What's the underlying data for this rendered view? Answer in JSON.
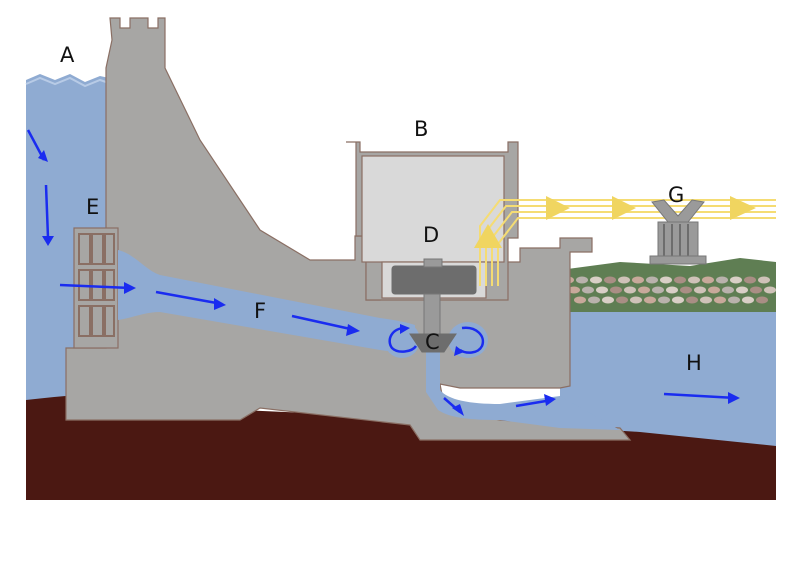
{
  "labels": {
    "A": "A",
    "B": "B",
    "C": "C",
    "D": "D",
    "E": "E",
    "F": "F",
    "G": "G",
    "H": "H"
  },
  "colors": {
    "water": "#8fabd2",
    "water_light": "#b8cbe6",
    "concrete": "#a7a6a4",
    "concrete_edge": "#8a6f64",
    "building": "#d9d9d9",
    "ground": "#4b1812",
    "grass": "#5f7e53",
    "arrow": "#1a2cf0",
    "power": "#f5dc73",
    "power_arrow": "#f0d560",
    "metal_dark": "#6d6d6d",
    "metal": "#9a9a9a"
  }
}
